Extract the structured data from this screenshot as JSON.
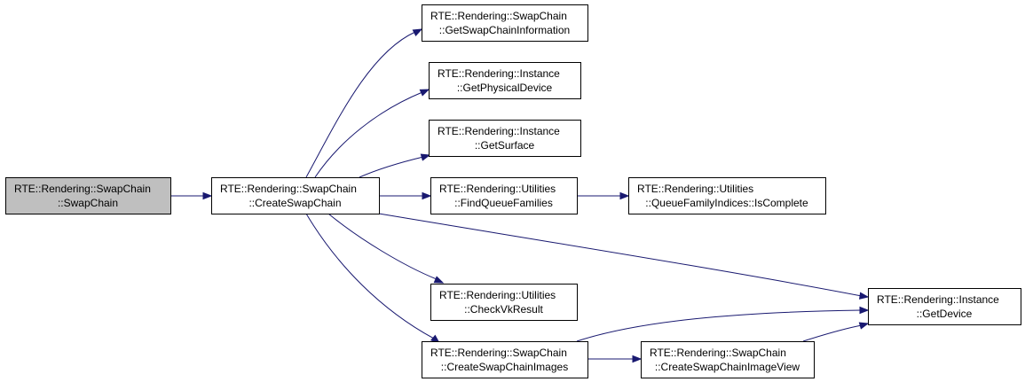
{
  "diagram": {
    "colors": {
      "edge": "#191970",
      "node_border": "#000000",
      "node_fill": "#ffffff",
      "current_node_fill": "#bfbfbf"
    },
    "nodes": [
      {
        "id": "swapchain_ctor",
        "line1": "RTE::Rendering::SwapChain",
        "line2": "::SwapChain",
        "current": true
      },
      {
        "id": "create_swapchain",
        "line1": "RTE::Rendering::SwapChain",
        "line2": "::CreateSwapChain"
      },
      {
        "id": "get_swapchain_info",
        "line1": "RTE::Rendering::SwapChain",
        "line2": "::GetSwapChainInformation"
      },
      {
        "id": "get_physical_device",
        "line1": "RTE::Rendering::Instance",
        "line2": "::GetPhysicalDevice"
      },
      {
        "id": "get_surface",
        "line1": "RTE::Rendering::Instance",
        "line2": "::GetSurface"
      },
      {
        "id": "find_queue_families",
        "line1": "RTE::Rendering::Utilities",
        "line2": "::FindQueueFamilies"
      },
      {
        "id": "queue_family_is_complete",
        "line1": "RTE::Rendering::Utilities",
        "line2": "::QueueFamilyIndices::IsComplete"
      },
      {
        "id": "check_vk_result",
        "line1": "RTE::Rendering::Utilities",
        "line2": "::CheckVkResult"
      },
      {
        "id": "create_swapchain_images",
        "line1": "RTE::Rendering::SwapChain",
        "line2": "::CreateSwapChainImages"
      },
      {
        "id": "create_swapchain_image_view",
        "line1": "RTE::Rendering::SwapChain",
        "line2": "::CreateSwapChainImageView"
      },
      {
        "id": "get_device",
        "line1": "RTE::Rendering::Instance",
        "line2": "::GetDevice"
      }
    ],
    "edges": [
      {
        "from": "swapchain_ctor",
        "to": "create_swapchain"
      },
      {
        "from": "create_swapchain",
        "to": "get_swapchain_info"
      },
      {
        "from": "create_swapchain",
        "to": "get_physical_device"
      },
      {
        "from": "create_swapchain",
        "to": "get_surface"
      },
      {
        "from": "create_swapchain",
        "to": "find_queue_families"
      },
      {
        "from": "find_queue_families",
        "to": "queue_family_is_complete"
      },
      {
        "from": "create_swapchain",
        "to": "get_device"
      },
      {
        "from": "create_swapchain",
        "to": "check_vk_result"
      },
      {
        "from": "create_swapchain",
        "to": "create_swapchain_images"
      },
      {
        "from": "create_swapchain_images",
        "to": "get_device"
      },
      {
        "from": "create_swapchain_images",
        "to": "create_swapchain_image_view"
      },
      {
        "from": "create_swapchain_image_view",
        "to": "get_device"
      }
    ]
  }
}
